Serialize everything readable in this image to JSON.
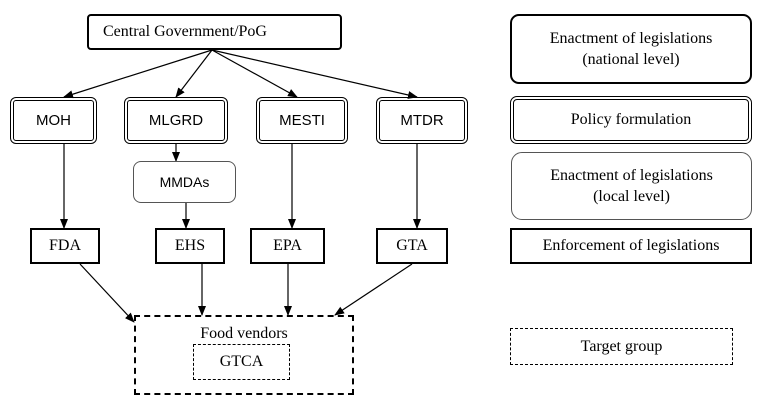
{
  "central": {
    "label": "Central Government/PoG"
  },
  "ministries": [
    {
      "label": "MOH"
    },
    {
      "label": "MLGRD"
    },
    {
      "label": "MESTI"
    },
    {
      "label": "MTDR"
    }
  ],
  "mmdas": {
    "label": "MMDAs"
  },
  "agencies": [
    {
      "label": "FDA"
    },
    {
      "label": "EHS"
    },
    {
      "label": "EPA"
    },
    {
      "label": "GTA"
    }
  ],
  "target": {
    "outer_label": "Food vendors",
    "inner_label": "GTCA"
  },
  "legend": {
    "national": {
      "line1": "Enactment of legislations",
      "line2": "(national level)"
    },
    "policy": {
      "label": "Policy formulation"
    },
    "local": {
      "line1": "Enactment of legislations",
      "line2": "(local level)"
    },
    "enforcement": {
      "label": "Enforcement of legislations"
    },
    "target_group": {
      "label": "Target group"
    }
  }
}
